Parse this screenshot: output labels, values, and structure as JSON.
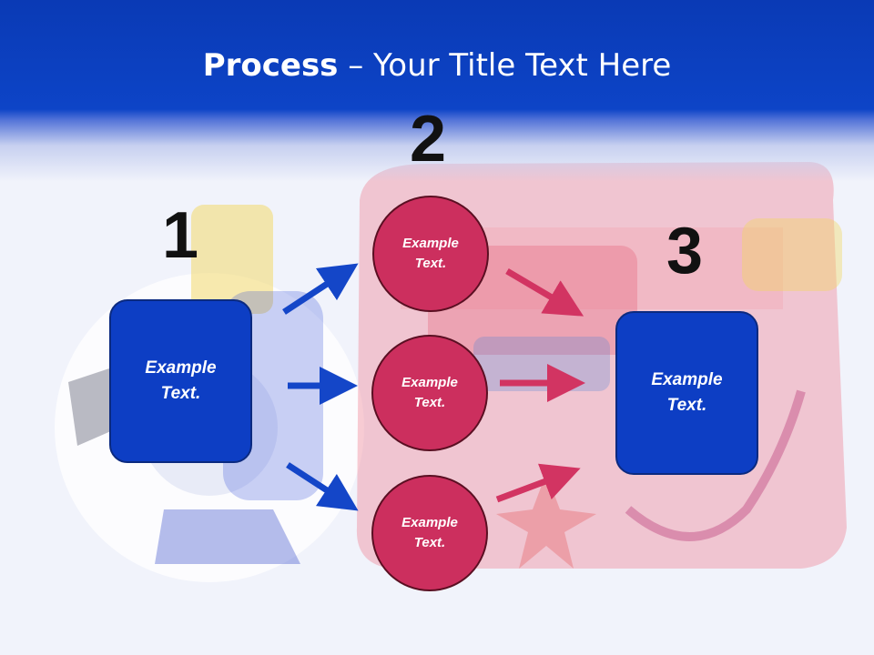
{
  "title": {
    "bold": "Process",
    "rest": " – Your Title Text Here"
  },
  "steps": [
    {
      "number": "1",
      "text_line1": "Example",
      "text_line2": "Text."
    },
    {
      "number": "2"
    },
    {
      "number": "3",
      "text_line1": "Example",
      "text_line2": "Text."
    }
  ],
  "circles": [
    {
      "line1": "Example",
      "line2": "Text."
    },
    {
      "line1": "Example",
      "line2": "Text."
    },
    {
      "line1": "Example",
      "line2": "Text."
    }
  ],
  "colors": {
    "header_blue": "#0d44c7",
    "box_blue": "#0d3ec4",
    "arrow_blue": "#1446c8",
    "circle_red": "#cc2f5e",
    "arrow_red": "#d23462"
  }
}
